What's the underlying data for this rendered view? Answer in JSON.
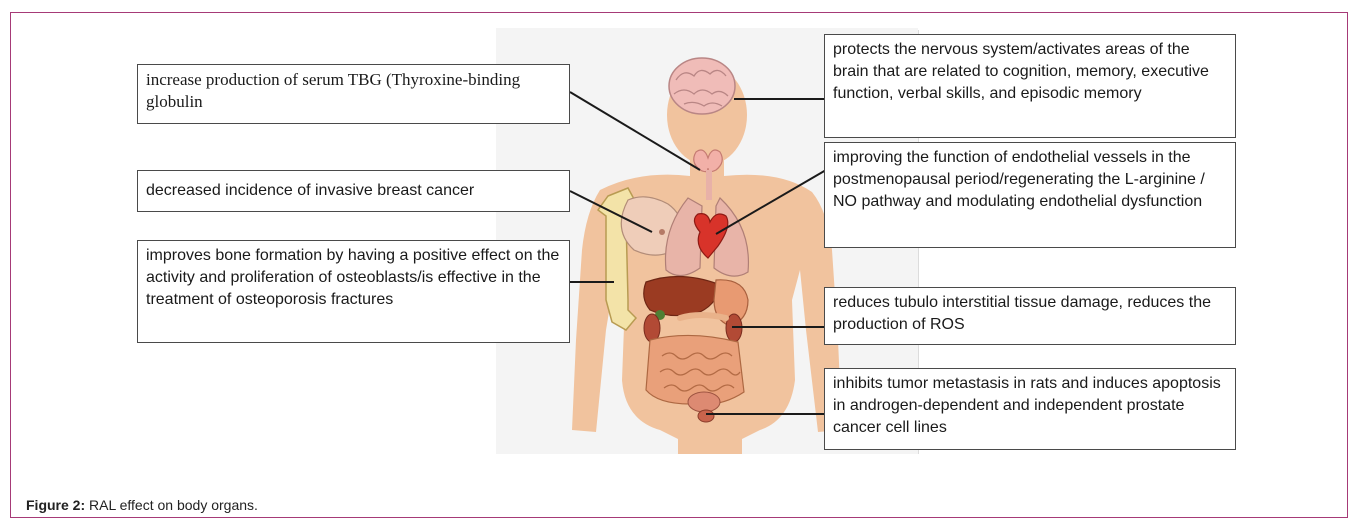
{
  "labels": {
    "tbg": "increase production of serum TBG (Thyroxine-binding globulin",
    "breast": "decreased incidence of invasive breast cancer",
    "bone": "improves bone formation by having a positive effect on the activity and proliferation of osteoblasts/is effective in the treatment of osteoporosis fractures",
    "brain": "protects the nervous system/activates areas of the brain that are related to cognition, memory, executive function, verbal skills, and episodic memory",
    "endothelial": "improving the function of endothelial vessels in the postmenopausal period/regenerating the L-arginine / NO pathway and modulating endothelial dysfunction",
    "kidney": "reduces tubulo interstitial tissue damage, reduces the production of ROS",
    "prostate": "inhibits tumor metastasis in rats and induces apoptosis in androgen-dependent and independent prostate cancer cell lines"
  },
  "caption": {
    "prefix": "Figure 2:",
    "text": " RAL effect on body organs."
  },
  "colors": {
    "frame": "#a63a77",
    "skin": "#f1c39e",
    "connector": "#1a1a1a"
  }
}
